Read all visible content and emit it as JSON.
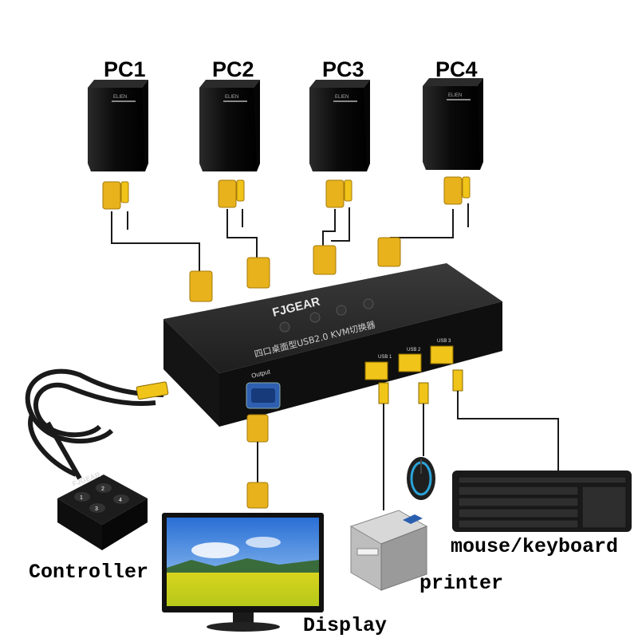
{
  "pcs": [
    {
      "label": "PC1",
      "tower_brand": "ELIEN"
    },
    {
      "label": "PC2",
      "tower_brand": "ELIEN"
    },
    {
      "label": "PC3",
      "tower_brand": "ELIEN"
    },
    {
      "label": "PC4",
      "tower_brand": "ELIEN"
    }
  ],
  "kvm": {
    "brand": "FJGEAR",
    "model_text": "四口桌面型USB2.0 KVM切换器",
    "output_label": "Output",
    "usb_ports": [
      "USB 1",
      "USB 2",
      "USB 3"
    ]
  },
  "controller": {
    "brand": "FJGEAR",
    "buttons": [
      "1",
      "2",
      "3",
      "4"
    ],
    "label": "Controller"
  },
  "devices": {
    "display_label": "Display",
    "printer_label": "printer",
    "mouse_keyboard_label": "mouse/keyboard"
  },
  "colors": {
    "vga_yellow": "#e8b21c",
    "cable_dark": "#1a1a1a",
    "usb_yellow": "#f0c419",
    "tower": "#111111"
  }
}
